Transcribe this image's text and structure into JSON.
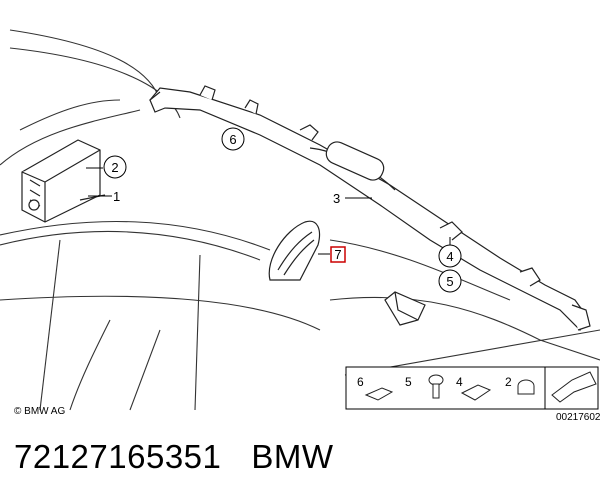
{
  "copyright": "© BMW AG",
  "diagram_number": "00217602",
  "part_number": "72127165351",
  "brand": "BMW",
  "callouts": {
    "c1": "1",
    "c2": "2",
    "c3": "3",
    "c4": "4",
    "c5": "5",
    "c6": "6",
    "c7": "7"
  },
  "kit": {
    "k6": "6",
    "k5": "5",
    "k4": "4",
    "k2": "2"
  },
  "colors": {
    "highlight": "#cc0000",
    "line": "#222222",
    "kit_bg": "#ffffff"
  }
}
